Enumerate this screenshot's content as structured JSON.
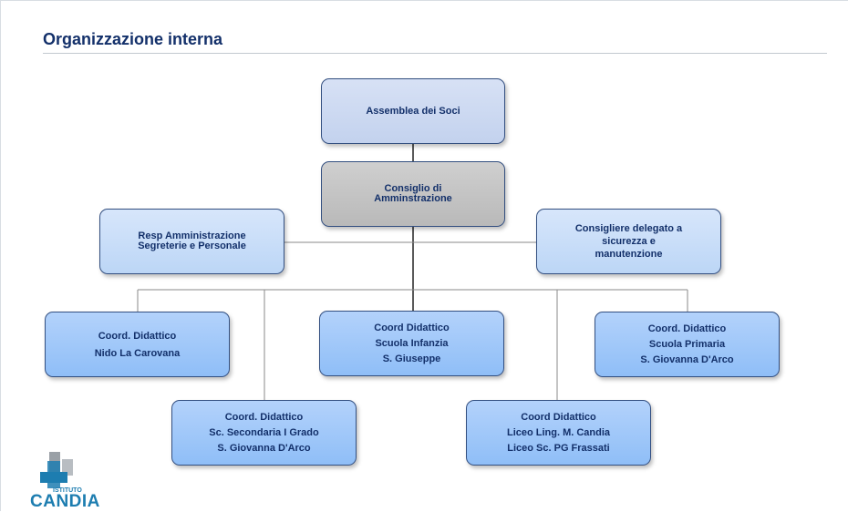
{
  "page_title": "Organizzazione interna",
  "nodes": {
    "assemblea": {
      "lines": [
        "Assemblea dei Soci"
      ]
    },
    "consiglio": {
      "lines": [
        "Consiglio di",
        "Amminstrazione"
      ]
    },
    "resp_amm": {
      "lines": [
        "Resp Amministrazione",
        "Segreterie e Personale"
      ]
    },
    "consigliere": {
      "lines": [
        "Consigliere delegato a",
        "sicurezza e",
        "manutenzione"
      ]
    },
    "coord_nido": {
      "lines": [
        "Coord. Didattico",
        "Nido La Carovana"
      ]
    },
    "coord_infanzia": {
      "lines": [
        "Coord Didattico",
        "Scuola Infanzia",
        "S. Giuseppe"
      ]
    },
    "coord_primaria": {
      "lines": [
        "Coord. Didattico",
        "Scuola Primaria",
        "S. Giovanna D'Arco"
      ]
    },
    "coord_secondaria": {
      "lines": [
        "Coord. Didattico",
        "Sc. Secondaria I Grado",
        "S. Giovanna D'Arco"
      ]
    },
    "coord_licei": {
      "lines": [
        "Coord Didattico",
        "Liceo Ling. M. Candia",
        "Liceo Sc. PG Frassati"
      ]
    }
  },
  "logo": {
    "top_text": "ISTITUTO",
    "name": "CANDIA",
    "colors": [
      "#8a8f95",
      "#1d7db0"
    ]
  },
  "colors": {
    "title": "#13306a",
    "box_border": "#334f80",
    "box_text": "#13306a"
  }
}
